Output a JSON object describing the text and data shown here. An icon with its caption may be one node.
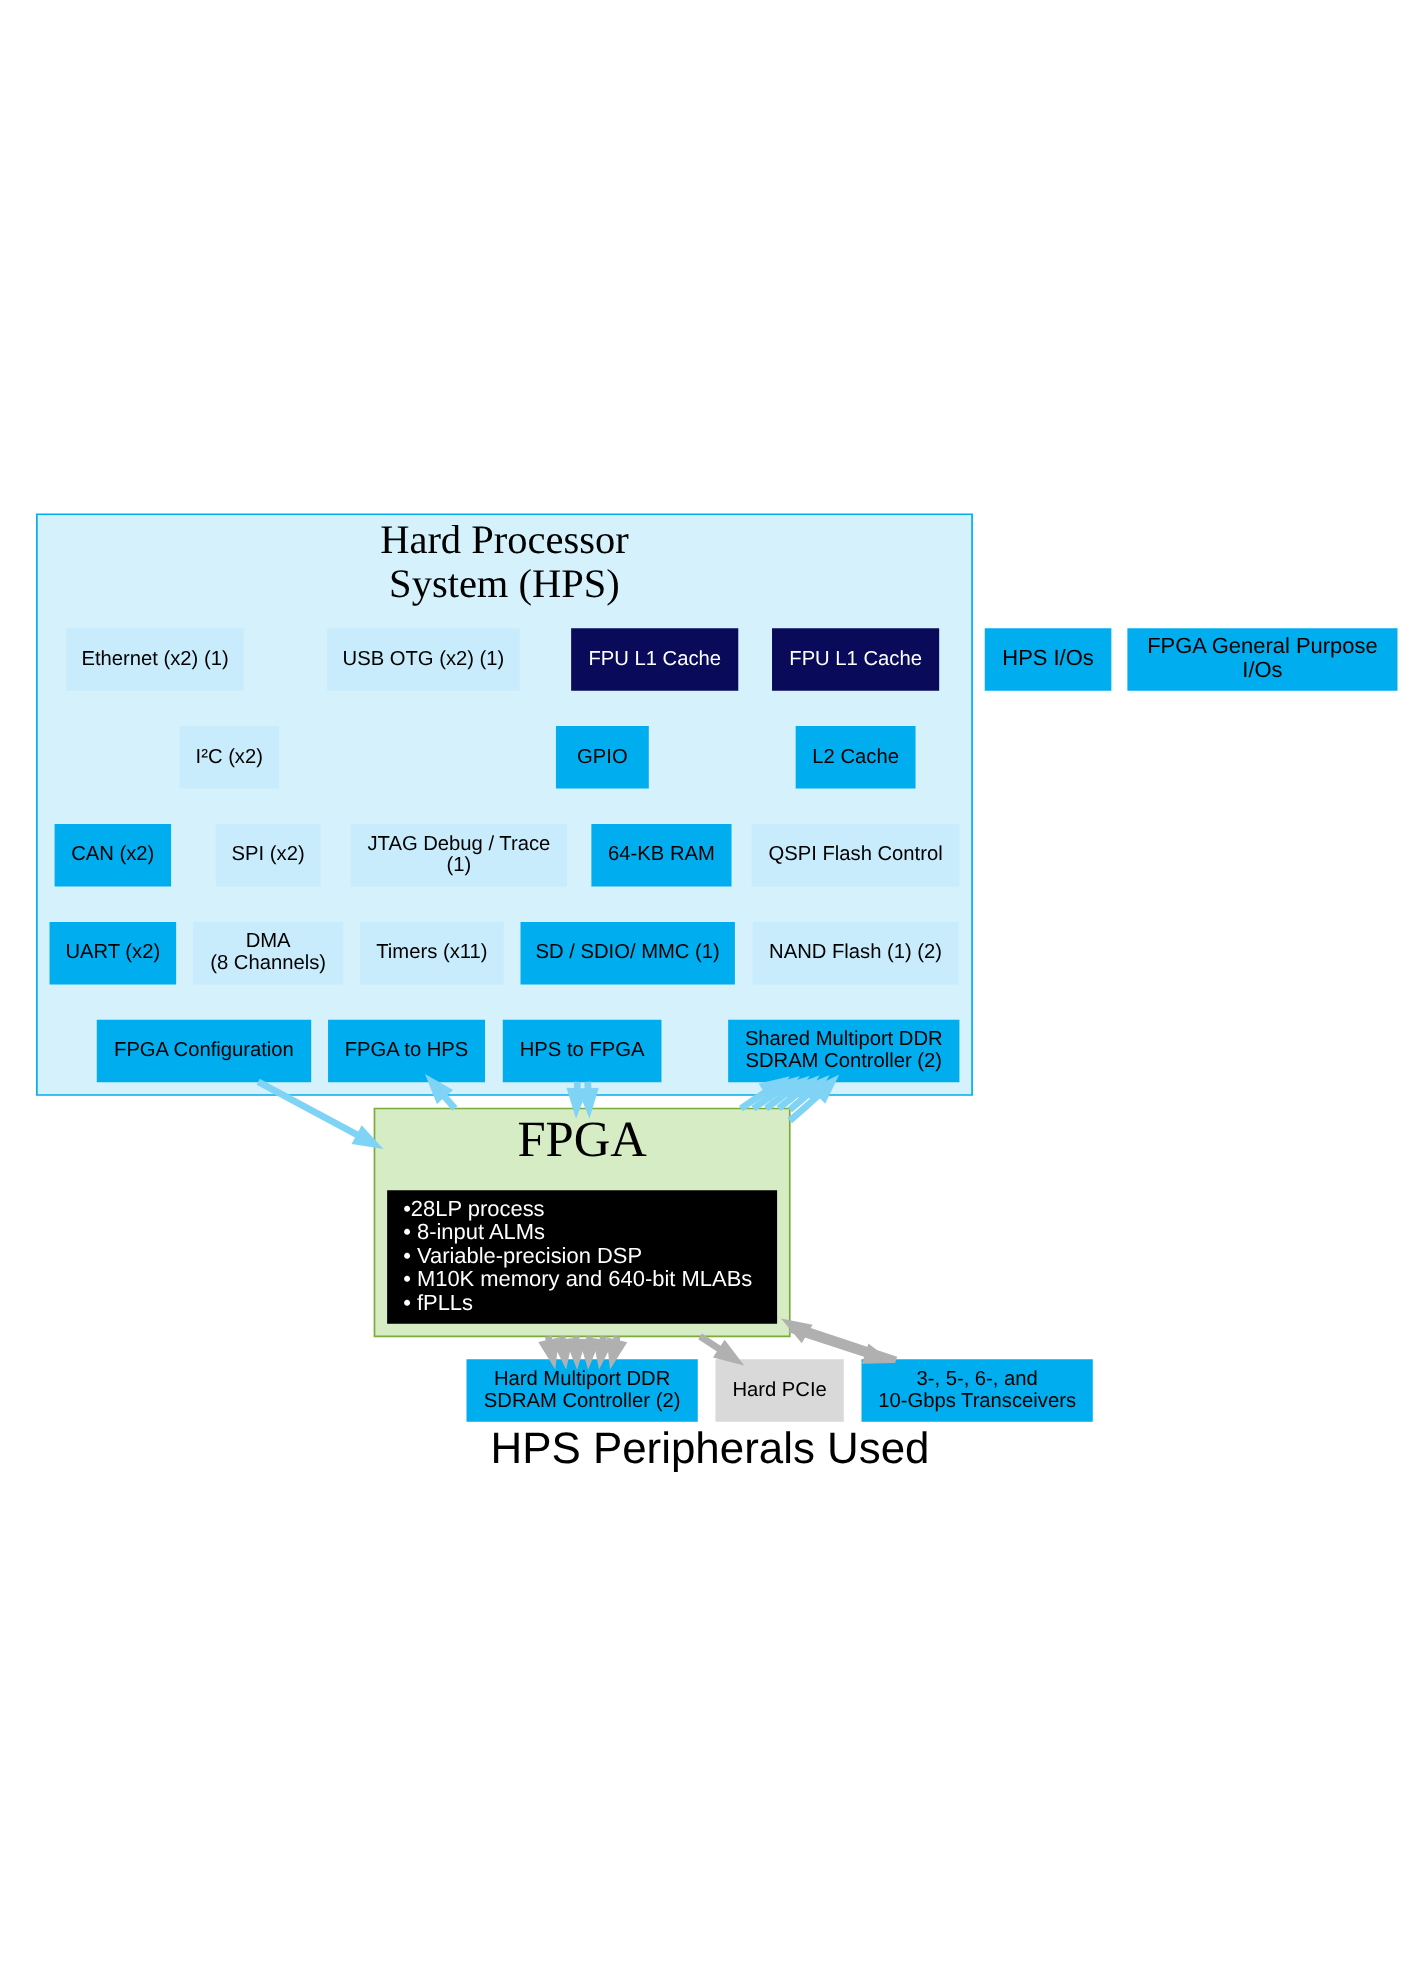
{
  "diagram": {
    "caption": "HPS Peripherals Used",
    "nodes": [
      {
        "text": [
          "Hard Processor System (HPS)"
        ]
      },
      {
        "text": [
          "FPU L1 Cache"
        ],
        "in": 0
      },
      {
        "text": [
          "FPU L1 Cache"
        ],
        "in": 0
      },
      {
        "text": [
          "USB OTG (x2) (1)"
        ],
        "in": 0
      },
      {
        "text": [
          "Ethernet (x2) (1)"
        ],
        "in": 0
      },
      {
        "text": [
          "L2 Cache"
        ],
        "in": 0
      },
      {
        "text": [
          "GPIO"
        ],
        "in": 0
      },
      {
        "text": [
          "I²C (x2)"
        ],
        "in": 0
      },
      {
        "text": [
          "QSPI Flash Control"
        ],
        "in": 0
      },
      {
        "text": [
          "64-KB RAM"
        ],
        "in": 0
      },
      {
        "text": [
          "JTAG Debug / Trace (1)"
        ],
        "in": 0
      },
      {
        "text": [
          "SPI (x2)"
        ],
        "in": 0
      },
      {
        "text": [
          "CAN (x2)"
        ],
        "in": 0
      },
      {
        "text": [
          "NAND Flash (1) (2)"
        ],
        "in": 0
      },
      {
        "text": [
          "SD / SDIO/ MMC (1)"
        ],
        "in": 0
      },
      {
        "text": [
          "Timers (x11)"
        ],
        "in": 0
      },
      {
        "text": [
          "DMA",
          "(8 Channels)"
        ],
        "in": 0
      },
      {
        "text": [
          "UART (x2)"
        ],
        "in": 0
      },
      {
        "text": [
          "Shared Multiport DDR SDRAM Controller (2)"
        ],
        "in": 0
      },
      {
        "text": [
          "HPS to FPGA"
        ],
        "in": 0
      },
      {
        "text": [
          "FPGA to HPS"
        ],
        "in": 0
      },
      {
        "text": [
          "FPGA Configuration"
        ],
        "in": 0
      },
      {
        "text": [
          "FPGA"
        ]
      },
      {
        "text": [
          "•28LP process",
          "• 8-input ALMs",
          "• Variable-precision DSP",
          "• M10K memory and 640-bit MLABs",
          "• fPLLs"
        ],
        "in": 22
      },
      {
        "text": [
          "Hard Multiport DDR SDRAM Controller (2)"
        ]
      },
      {
        "text": [
          "Hard PCIe"
        ]
      },
      {
        "text": [
          "3-, 5-, 6-, and 10-Gbps Transceivers"
        ]
      },
      {
        "text": [
          "HPS I/Os"
        ]
      },
      {
        "text": [
          "FPGA General Purpose I/Os"
        ]
      }
    ],
    "edges": [
      {
        "from": 22,
        "to": 18,
        "arrow": "to"
      },
      {
        "from": 22,
        "to": 18,
        "arrow": "to"
      },
      {
        "from": 22,
        "to": 18,
        "arrow": "to"
      },
      {
        "from": 22,
        "to": 18,
        "arrow": "to"
      },
      {
        "from": 22,
        "to": 18,
        "arrow": "to"
      },
      {
        "from": 22,
        "to": 18,
        "arrow": "to"
      },
      {
        "from": 19,
        "to": 22,
        "arrow": "to"
      },
      {
        "from": 19,
        "to": 22,
        "arrow": "to"
      },
      {
        "from": 22,
        "to": 20,
        "arrow": "to"
      },
      {
        "from": 21,
        "to": 22,
        "arrow": "to"
      },
      {
        "from": 22,
        "to": 24,
        "arrow": "to",
        "color": "#b0b0b0"
      },
      {
        "from": 22,
        "to": 24,
        "arrow": "to",
        "color": "#b0b0b0"
      },
      {
        "from": 22,
        "to": 24,
        "arrow": "to",
        "color": "#b0b0b0"
      },
      {
        "from": 22,
        "to": 24,
        "arrow": "to",
        "color": "#b0b0b0"
      },
      {
        "from": 22,
        "to": 24,
        "arrow": "to",
        "color": "#b0b0b0"
      },
      {
        "from": 22,
        "to": 24,
        "arrow": "to",
        "color": "#b0b0b0"
      },
      {
        "from": 22,
        "to": 25,
        "arrow": "to",
        "color": "#b0b0b0"
      },
      {
        "from": 22,
        "to": 26,
        "arrow": "to",
        "color": "#b0b0b0"
      },
      {
        "from": 26,
        "to": 22,
        "arrow": "to",
        "color": "#b0b0b0"
      }
    ]
  }
}
